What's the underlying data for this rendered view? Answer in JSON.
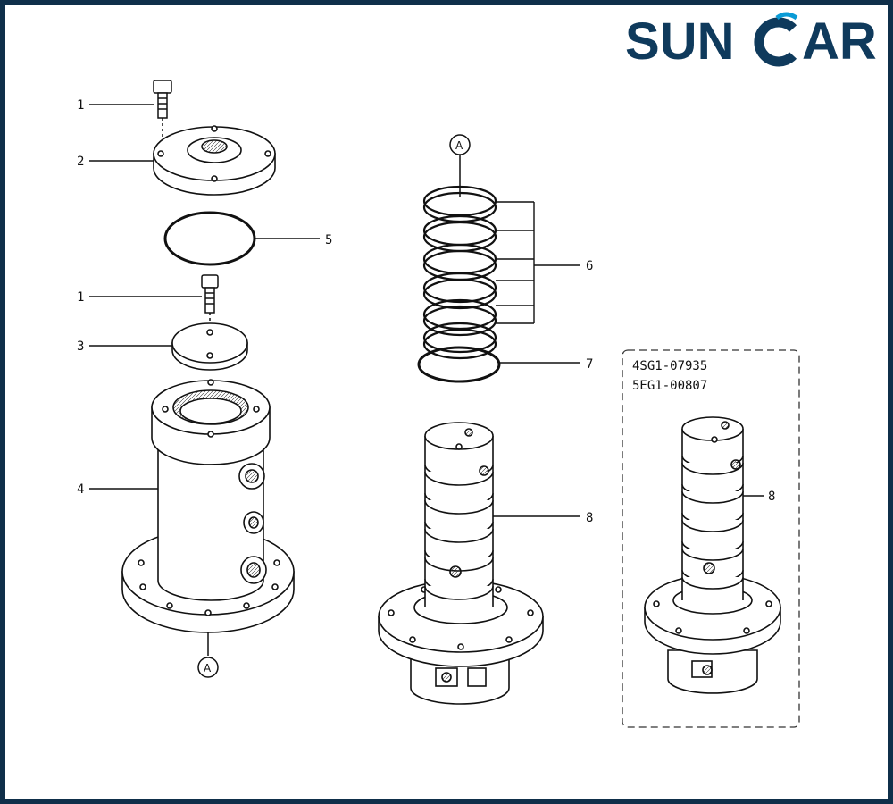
{
  "brand": {
    "text_before_c": "SUN",
    "text_c": "C",
    "text_after_c": "AR",
    "primary_color": "#0f3a5c",
    "accent_color": "#0a9bd6"
  },
  "callouts": {
    "bolt_upper": "1",
    "cover": "2",
    "plate": "3",
    "body": "4",
    "oring_large": "5",
    "seal_rings": "6",
    "oring_small": "7",
    "rotor_main": "8",
    "rotor_variant": "8",
    "ref_a_top": "A",
    "ref_a_bottom": "A",
    "bolt_lower": "1"
  },
  "variant_box": {
    "serial_1": "4SG1-07935",
    "serial_2": "5EG1-00807"
  }
}
